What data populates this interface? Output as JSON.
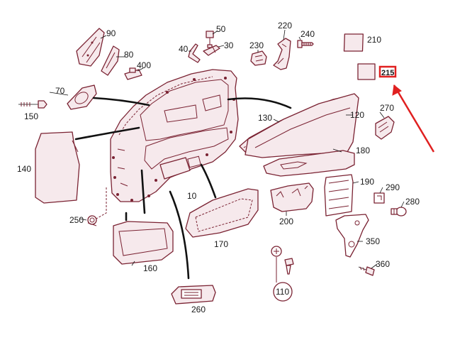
{
  "diagram": {
    "callouts": [
      {
        "id": "c90",
        "text": "90"
      },
      {
        "id": "c80",
        "text": "80"
      },
      {
        "id": "c400",
        "text": "400"
      },
      {
        "id": "c50",
        "text": "50"
      },
      {
        "id": "c40",
        "text": "40"
      },
      {
        "id": "c30",
        "text": "30"
      },
      {
        "id": "c230",
        "text": "230"
      },
      {
        "id": "c220",
        "text": "220"
      },
      {
        "id": "c240",
        "text": "240"
      },
      {
        "id": "c210",
        "text": "210"
      },
      {
        "id": "c215",
        "text": "215"
      },
      {
        "id": "c70",
        "text": "70"
      },
      {
        "id": "c150",
        "text": "150"
      },
      {
        "id": "c130",
        "text": "130"
      },
      {
        "id": "c120",
        "text": "120"
      },
      {
        "id": "c270",
        "text": "270"
      },
      {
        "id": "c180",
        "text": "180"
      },
      {
        "id": "c140",
        "text": "140"
      },
      {
        "id": "c190",
        "text": "190"
      },
      {
        "id": "c290",
        "text": "290"
      },
      {
        "id": "c280",
        "text": "280"
      },
      {
        "id": "c10",
        "text": "10"
      },
      {
        "id": "c250",
        "text": "250"
      },
      {
        "id": "c200",
        "text": "200"
      },
      {
        "id": "c170",
        "text": "170"
      },
      {
        "id": "c350",
        "text": "350"
      },
      {
        "id": "c360",
        "text": "360"
      },
      {
        "id": "c160",
        "text": "160"
      },
      {
        "id": "c110",
        "text": "110"
      },
      {
        "id": "c260",
        "text": "260"
      }
    ],
    "highlight": {
      "part": "215",
      "color": "#e02020"
    }
  }
}
